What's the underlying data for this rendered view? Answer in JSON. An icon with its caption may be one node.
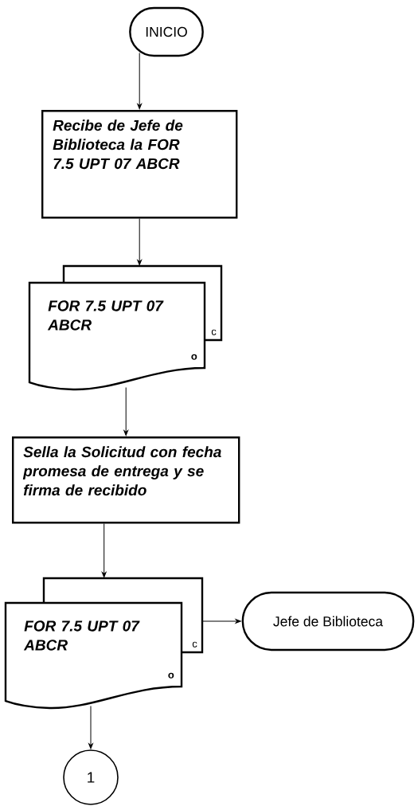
{
  "diagram": {
    "nodes": [
      {
        "text": [
          "INICIO"
        ]
      },
      {
        "text": [
          "Recibe de Jefe de Biblioteca la FOR 7.5 UPT 07 ABCR"
        ]
      },
      {
        "text": [
          "FOR 7.5 UPT 07 ABCR",
          "c",
          "o"
        ]
      },
      {
        "text": [
          "Sella la Solicitud con fecha promesa de entrega y se firma de recibido"
        ]
      },
      {
        "text": [
          "FOR  7.5 UPT 07 ABCR",
          "c",
          "o"
        ]
      },
      {
        "text": [
          "Jefe de Biblioteca"
        ]
      },
      {
        "text": [
          "1"
        ]
      }
    ],
    "edges": [
      {
        "from": 0,
        "to": 1,
        "arrow": "to"
      },
      {
        "from": 1,
        "to": 2,
        "arrow": "to"
      },
      {
        "from": 2,
        "to": 3,
        "arrow": "to"
      },
      {
        "from": 3,
        "to": 4,
        "arrow": "to"
      },
      {
        "from": 4,
        "to": 5,
        "arrow": "to"
      },
      {
        "from": 4,
        "to": 6,
        "arrow": "to"
      }
    ]
  }
}
